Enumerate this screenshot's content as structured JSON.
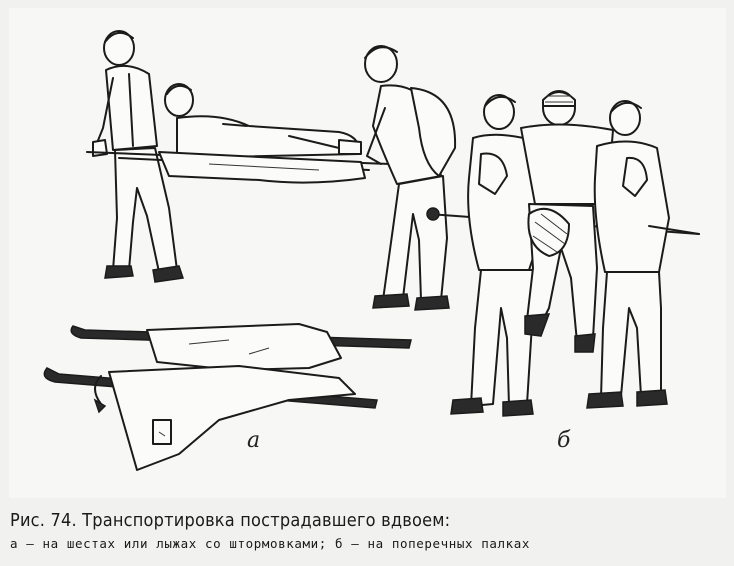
{
  "figure": {
    "label_a": "а",
    "label_b": "б"
  },
  "caption": {
    "title": "Рис. 74. Транспортировка пострадавшего вдвоем:",
    "subtitle": "а — на шестах или лыжах со штормовками; б — на поперечных палках"
  }
}
